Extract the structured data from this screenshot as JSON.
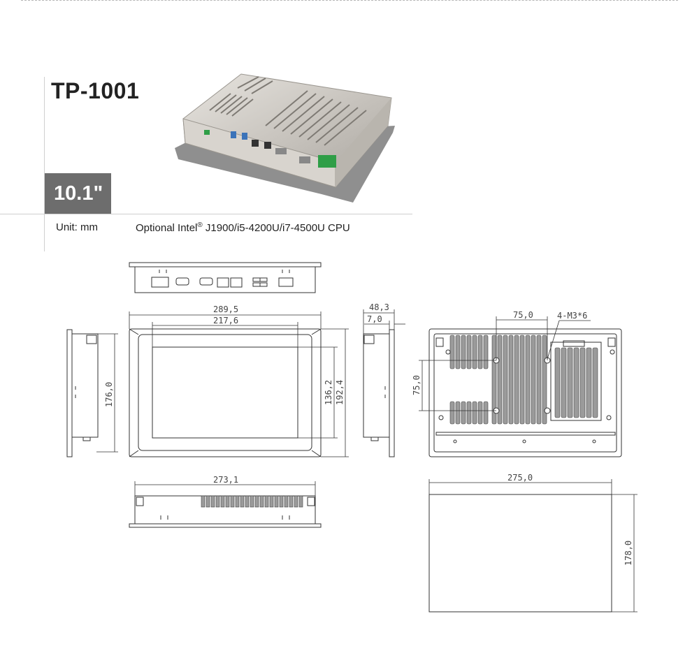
{
  "header": {
    "model": "TP-1001",
    "size": "10.1\""
  },
  "info": {
    "unit": "Unit: mm",
    "cpu_prefix": "Optional Intel",
    "cpu_reg": "®",
    "cpu_suffix": " J1900/i5-4200U/i7-4500U CPU"
  },
  "dimensions": {
    "front_width": "289,5",
    "front_inner_width": "217,6",
    "front_height_inner": "136,2",
    "front_height": "192,4",
    "side_height": "176,0",
    "side_depth": "48,3",
    "bezel_depth": "7,0",
    "back_spacing_h": "75,0",
    "back_screws": "4-M3*6",
    "back_spacing_v": "75,0",
    "bottom_width": "273,1",
    "cutout_width": "275,0",
    "cutout_height": "178,0"
  }
}
